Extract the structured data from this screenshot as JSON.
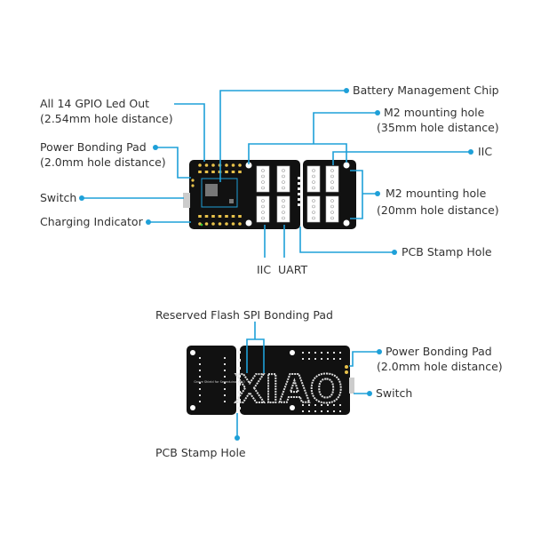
{
  "top_board": {
    "labels": {
      "gpio_title": "All 14 GPIO Led Out",
      "gpio_sub": "(2.54mm hole distance)",
      "battery_chip": "Battery Management Chip",
      "m2_35_title": "M2 mounting hole",
      "m2_35_sub": "(35mm hole distance)",
      "iic_right": "IIC",
      "power_pad_title": "Power Bonding Pad",
      "power_pad_sub": "(2.0mm hole distance)",
      "switch": "Switch",
      "m2_20_title": "M2 mounting hole",
      "m2_20_sub": "(20mm hole distance)",
      "charging": "Charging Indicator",
      "stamp_hole": "PCB Stamp Hole",
      "iic_bottom": "IIC",
      "uart": "UART"
    }
  },
  "bottom_board": {
    "labels": {
      "flash_spi": "Reserved Flash SPI Bonding Pad",
      "power_pad_title": "Power Bonding Pad",
      "power_pad_sub": "(2.0mm hole distance)",
      "switch": "Switch",
      "stamp_hole": "PCB Stamp Hole"
    },
    "logo_text": "XIAO",
    "silk_text": "Grove Shield for Seeeduino XIAO"
  },
  "colors": {
    "callout": "#1ea0d8",
    "pcb": "#111111",
    "pad": "#e8c24a"
  }
}
